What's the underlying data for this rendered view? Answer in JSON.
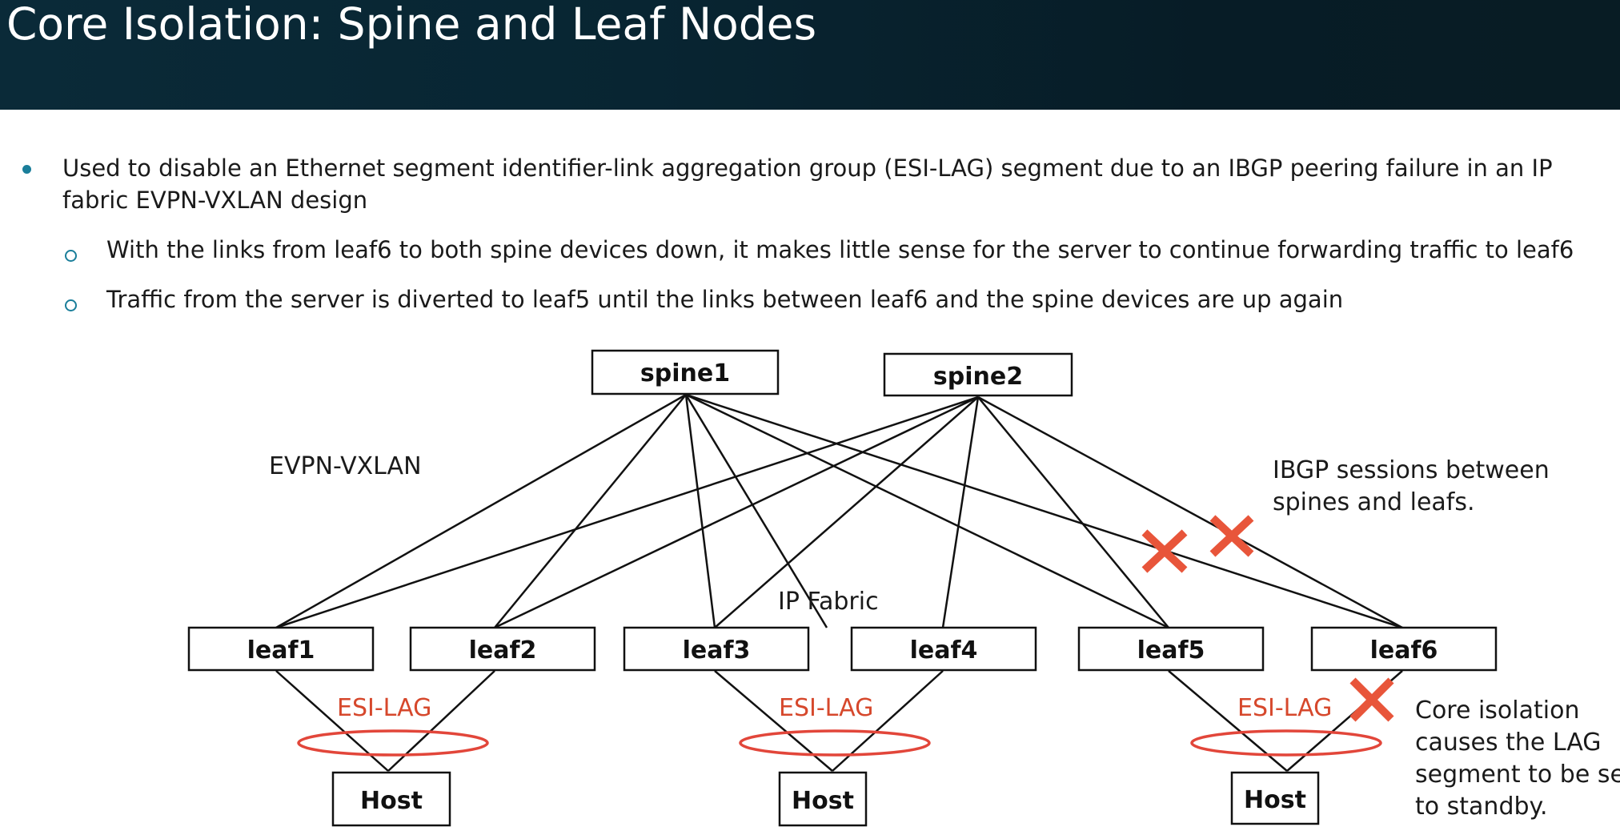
{
  "slide": {
    "title": "Core Isolation: Spine and Leaf Nodes"
  },
  "bullets": {
    "main": "Used to disable an Ethernet segment identifier-link aggregation group (ESI-LAG) segment due to an IBGP peering failure in an IP fabric EVPN-VXLAN design",
    "sub1": "With the links from leaf6 to both spine devices down, it makes little sense for the server to continue forwarding traffic to leaf6",
    "sub2": "Traffic from the server is diverted to leaf5 until the links between leaf6 and the spine devices are up again"
  },
  "diagram": {
    "spines": [
      "spine1",
      "spine2"
    ],
    "leafs": [
      "leaf1",
      "leaf2",
      "leaf3",
      "leaf4",
      "leaf5",
      "leaf6"
    ],
    "hosts": [
      "Host",
      "Host",
      "Host"
    ],
    "labels": {
      "evpn": "EVPN-VXLAN",
      "ip_fabric": "IP Fabric",
      "esi_lag": "ESI-LAG",
      "ibgp_line1": "IBGP sessions between",
      "ibgp_line2": "spines and leafs.",
      "core_line1": "Core isolation",
      "core_line2": "causes the LAG",
      "core_line3": "segment to be set",
      "core_line4": "to standby."
    },
    "colors": {
      "line": "#111111",
      "failure_x": "#e8553a",
      "esi_label": "#d6482c",
      "esi_ellipse": "#e2463a",
      "bullet": "#1a7e9a"
    }
  }
}
